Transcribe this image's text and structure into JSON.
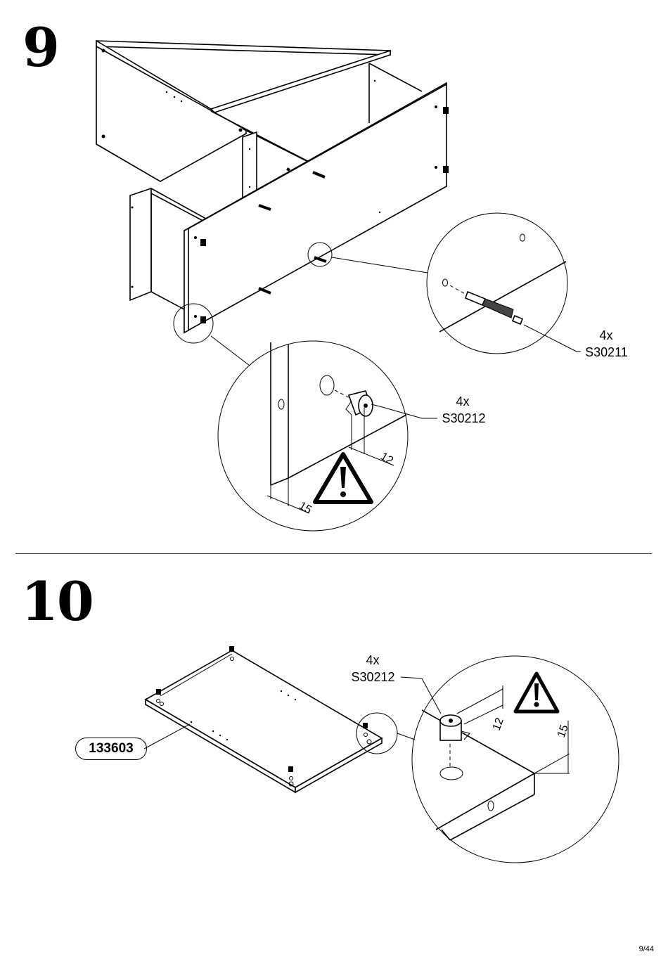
{
  "step9": {
    "number": "9",
    "callouts": [
      {
        "qty": "4x",
        "code": "S30211"
      },
      {
        "qty": "4x",
        "code": "S30212"
      }
    ],
    "dims": [
      "12",
      "15"
    ]
  },
  "step10": {
    "number": "10",
    "part_label": "133603",
    "callout": {
      "qty": "4x",
      "code": "S30212"
    },
    "dims": [
      "12",
      "15"
    ]
  },
  "page_number": "9/44"
}
